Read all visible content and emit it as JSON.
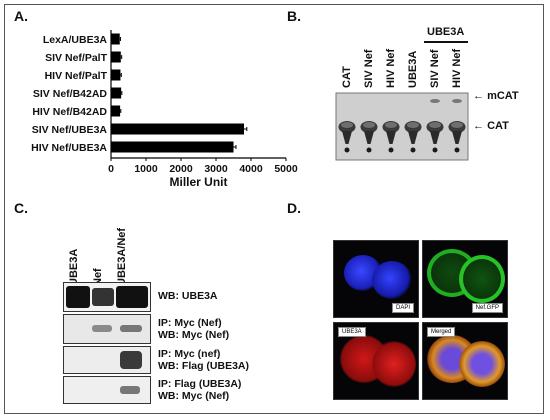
{
  "panels": {
    "a": "A.",
    "b": "B.",
    "c": "C.",
    "d": "D."
  },
  "chart_data": {
    "type": "bar",
    "orientation": "horizontal",
    "categories": [
      "LexA/UBE3A",
      "SIV Nef/PalT",
      "HIV Nef/PalT",
      "SIV Nef/B42AD",
      "HIV Nef/B42AD",
      "SIV Nef/UBE3A",
      "HIV Nef/UBE3A"
    ],
    "values": [
      250,
      280,
      270,
      290,
      260,
      3800,
      3500
    ],
    "errors": [
      20,
      25,
      25,
      20,
      20,
      80,
      70
    ],
    "xlabel": "Miller Unit",
    "xlim": [
      0,
      5000
    ],
    "xticks": [
      0,
      1000,
      2000,
      3000,
      4000,
      5000
    ],
    "grid": false,
    "bar_color": "#000000"
  },
  "panel_b": {
    "lanes": [
      "CAT",
      "SIV Nef",
      "HIV Nef",
      "UBE3A",
      "SIV Nef",
      "HIV Nef"
    ],
    "group_label": "UBE3A",
    "band_upper": "mCAT",
    "band_lower": "CAT"
  },
  "panel_c": {
    "lanes": [
      "UBE3A",
      "Nef",
      "UBE3A/Nef"
    ],
    "blots": [
      {
        "lines": [
          "WB: UBE3A"
        ]
      },
      {
        "lines": [
          "IP: Myc (Nef)",
          "WB: Myc (Nef)"
        ]
      },
      {
        "lines": [
          "IP: Myc (nef)",
          "WB: Flag (UBE3A)"
        ]
      },
      {
        "lines": [
          "IP: Flag (UBE3A)",
          "WB: Myc (Nef)"
        ]
      }
    ]
  },
  "panel_d": {
    "labels": [
      "DAPI",
      "Nef.GFP",
      "UBE3A",
      "Merged"
    ]
  }
}
